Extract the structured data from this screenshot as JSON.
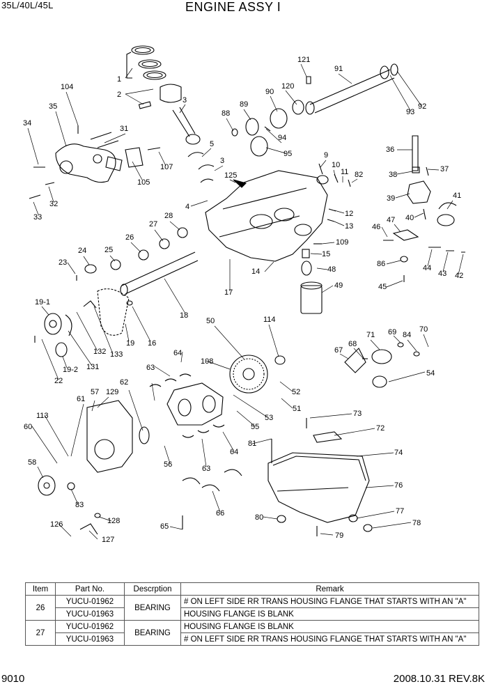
{
  "header": {
    "model": "35L/40L/45L",
    "title": "ENGINE ASSY I"
  },
  "footer": {
    "page": "9010",
    "date_rev": "2008.10.31  REV.8K"
  },
  "callouts": [
    "1",
    "2",
    "3",
    "104",
    "35",
    "34",
    "31",
    "107",
    "105",
    "32",
    "33",
    "3",
    "5",
    "4",
    "125",
    "88",
    "89",
    "90",
    "120",
    "121",
    "91",
    "93",
    "92",
    "94",
    "95",
    "9",
    "10",
    "11",
    "82",
    "36",
    "38",
    "37",
    "39",
    "41",
    "40",
    "12",
    "13",
    "109",
    "15",
    "48",
    "49",
    "46",
    "47",
    "44",
    "43",
    "42",
    "86",
    "45",
    "23",
    "24",
    "25",
    "26",
    "27",
    "28",
    "14",
    "17",
    "18",
    "19-1",
    "132",
    "133",
    "19",
    "16",
    "131",
    "19-2",
    "22",
    "50",
    "114",
    "108",
    "64",
    "63",
    "62",
    "129",
    "57",
    "61",
    "113",
    "60",
    "58",
    "83",
    "126",
    "127",
    "128",
    "56",
    "63",
    "64",
    "66",
    "65",
    "52",
    "51",
    "53",
    "55",
    "67",
    "68",
    "71",
    "69",
    "84",
    "70",
    "54",
    "73",
    "72",
    "81",
    "74",
    "76",
    "77",
    "80",
    "78",
    "79"
  ],
  "table": {
    "headers": [
      "Item",
      "Part No.",
      "Descrption",
      "Remark"
    ],
    "groups": [
      {
        "item": "26",
        "description": "BEARING",
        "rows": [
          {
            "part": "YUCU-01962",
            "remark": "# ON LEFT SIDE RR TRANS HOUSING FLANGE THAT STARTS WITH AN \"A\""
          },
          {
            "part": "YUCU-01963",
            "remark": "HOUSING FLANGE IS BLANK"
          }
        ]
      },
      {
        "item": "27",
        "description": "BEARING",
        "rows": [
          {
            "part": "YUCU-01962",
            "remark": "HOUSING FLANGE IS BLANK"
          },
          {
            "part": "YUCU-01963",
            "remark": "# ON LEFT SIDE RR TRANS HOUSING FLANGE THAT STARTS WITH AN \"A\""
          }
        ]
      }
    ]
  }
}
